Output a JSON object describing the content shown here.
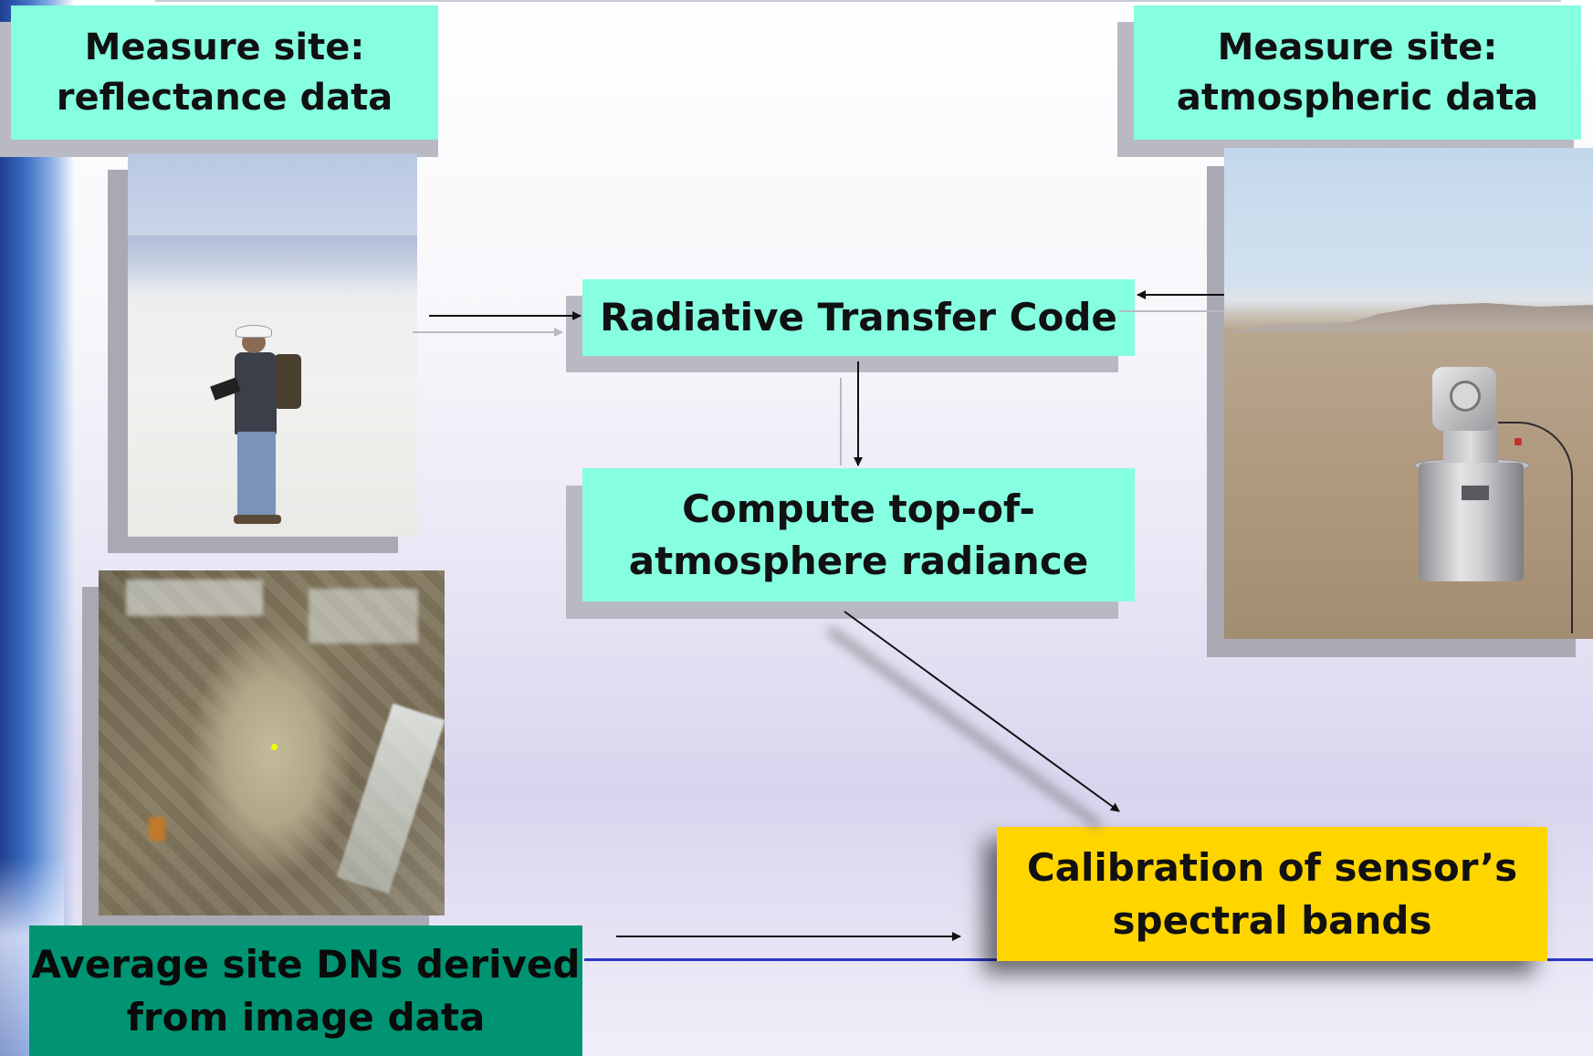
{
  "diagram": {
    "boxes": {
      "reflectance": {
        "line1": "Measure site:",
        "line2": "reflectance data"
      },
      "atmospheric": {
        "line1": "Measure site:",
        "line2": "atmospheric data"
      },
      "rtc": {
        "line1": "Radiative Transfer Code"
      },
      "toa": {
        "line1": "Compute top-of-",
        "line2": "atmosphere radiance"
      },
      "avg_dn": {
        "line1": "Average site DNs derived",
        "line2": "from image data"
      },
      "calibration": {
        "line1": "Calibration of sensor’s",
        "line2": "spectral bands"
      }
    },
    "colors": {
      "cyan_box": "#86ffe0",
      "green_box": "#009473",
      "yellow_box": "#ffd500",
      "arrow": "#111111"
    },
    "images": {
      "reflectance_photo": "person-with-spectroradiometer-on-salt-flat",
      "satellite_image": "satellite-image-of-dry-lakebed-with-site-dot",
      "atmospheric_photo": "sun-photometer-instrument-on-desert-playa"
    }
  }
}
